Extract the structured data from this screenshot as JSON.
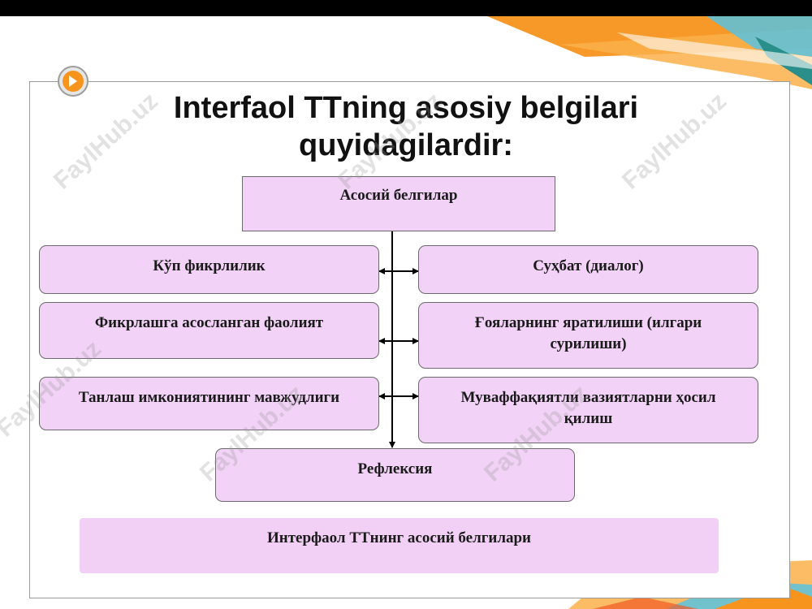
{
  "title": {
    "line1": "Interfaol TTning asosiy belgilari",
    "line2": "quyidagilardir:"
  },
  "diagram": {
    "root": "Асосий белгилар",
    "left": [
      "Кўп фикрлилик",
      "Фикрлашга асосланган фаолият",
      "Танлаш имкониятининг мавжудлиги"
    ],
    "right": [
      "Суҳбат (диалог)",
      "Ғояларнинг яратилиши (илгари сурилиши)",
      "Муваффақиятли вазиятларни ҳосил қилиш"
    ],
    "bottom": "Рефлексия",
    "caption": "Интерфаол ТТнинг асосий белгилари"
  },
  "watermark": "FaylHub.uz",
  "colors": {
    "box_fill": "#f2d2f6",
    "box_border": "#6b6b6b",
    "top_bar": "#000000",
    "ribbon_orange": "#f7941d",
    "ribbon_teal": "#2a8f8a"
  },
  "icons": {
    "bullet": "orange-arrow-circle-icon"
  }
}
